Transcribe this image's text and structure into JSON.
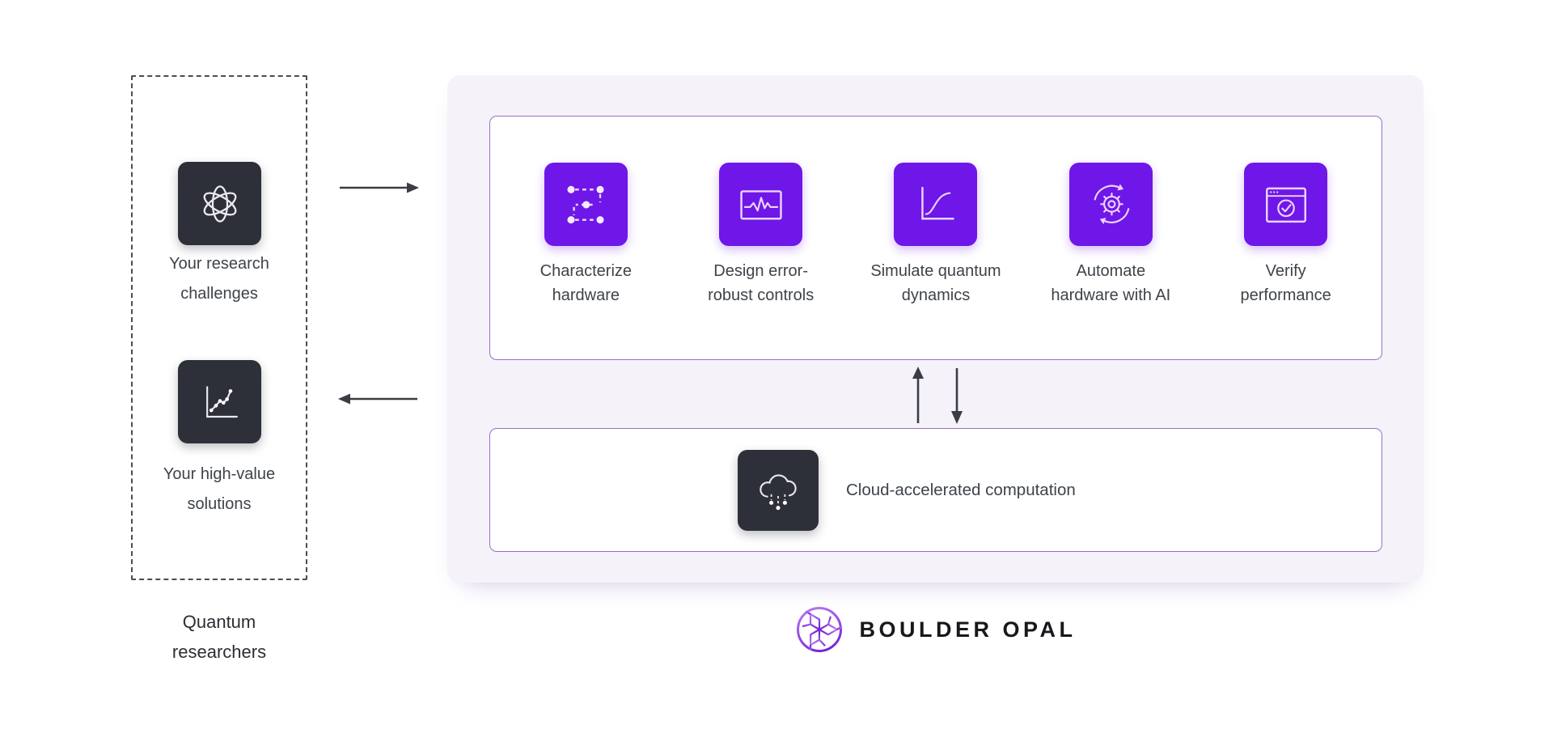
{
  "researchers": {
    "challenge": {
      "line1": "Your research",
      "line2": "challenges"
    },
    "solution": {
      "line1": "Your high-value",
      "line2": "solutions"
    },
    "caption": {
      "line1": "Quantum",
      "line2": "researchers"
    }
  },
  "capabilities": [
    {
      "icon": "characterize-hardware-icon",
      "line1": "Characterize",
      "line2": "hardware"
    },
    {
      "icon": "pulse-monitor-icon",
      "line1": "Design error-",
      "line2": "robust controls"
    },
    {
      "icon": "sigmoid-chart-icon",
      "line1": "Simulate quantum",
      "line2": "dynamics"
    },
    {
      "icon": "gear-automation-icon",
      "line1": "Automate",
      "line2": "hardware with AI"
    },
    {
      "icon": "verified-window-icon",
      "line1": "Verify",
      "line2": "performance"
    }
  ],
  "cloud": {
    "icon": "cloud-computation-icon",
    "label": "Cloud-accelerated computation"
  },
  "brand": {
    "logo": "boulder-opal-logo",
    "name": "BOULDER OPAL"
  },
  "colors": {
    "accent_purple": "#6e17e8",
    "panel_background": "#f5f2fa",
    "box_border": "#9b6ec8",
    "dark_tile": "#2e3039",
    "light_icon_stroke": "#eed2fb",
    "label_text": "#3e434a",
    "arrow": "#3a3d43"
  }
}
